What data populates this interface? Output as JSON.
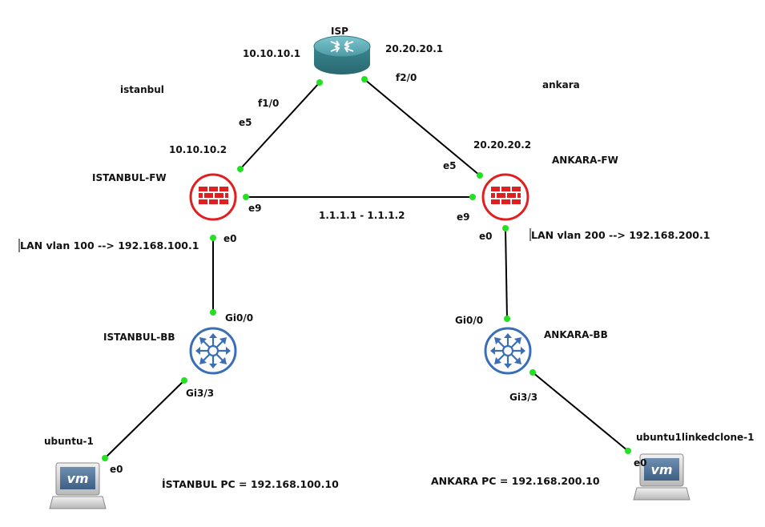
{
  "nodes": {
    "isp": {
      "name": "ISP"
    },
    "istanbul_fw": {
      "name": "ISTANBUL-FW"
    },
    "ankara_fw": {
      "name": "ANKARA-FW"
    },
    "istanbul_bb": {
      "name": "ISTANBUL-BB"
    },
    "ankara_bb": {
      "name": "ANKARA-BB"
    },
    "ubuntu_1": {
      "name": "ubuntu-1",
      "screen_text": "vm"
    },
    "ubuntu_clone": {
      "name": "ubuntu1linkedclone-1",
      "screen_text": "vm"
    }
  },
  "ports": {
    "isp_left": "f1/0",
    "isp_right": "f2/0",
    "istanbul_fw_up": "e5",
    "istanbul_fw_right": "e9",
    "istanbul_fw_down": "e0",
    "ankara_fw_up": "e5",
    "ankara_fw_left": "e9",
    "ankara_fw_down": "e0",
    "istanbul_bb_up": "Gi0/0",
    "istanbul_bb_down": "Gi3/3",
    "ankara_bb_up": "Gi0/0",
    "ankara_bb_down": "Gi3/3",
    "ubuntu_1": "e0",
    "ubuntu_clone": "e0"
  },
  "annotations": {
    "isp_ip_left": "10.10.10.1",
    "isp_ip_right": "20.20.20.1",
    "site_istanbul": "istanbul",
    "site_ankara": "ankara",
    "istanbul_fw_ip": "10.10.10.2",
    "ankara_fw_ip": "20.20.20.2",
    "fw_link": "1.1.1.1 - 1.1.1.2",
    "istanbul_lan": "LAN vlan 100 --> 192.168.100.1",
    "ankara_lan": "LAN vlan 200 --> 192.168.200.1",
    "istanbul_pc": "İSTANBUL PC = 192.168.100.10",
    "ankara_pc": "ANKARA PC = 192.168.200.10"
  },
  "colors": {
    "link": "#000000",
    "port": "#22e022",
    "firewall": "#e02020",
    "switch": "#3a6fb8",
    "router": "#3f8f99"
  }
}
